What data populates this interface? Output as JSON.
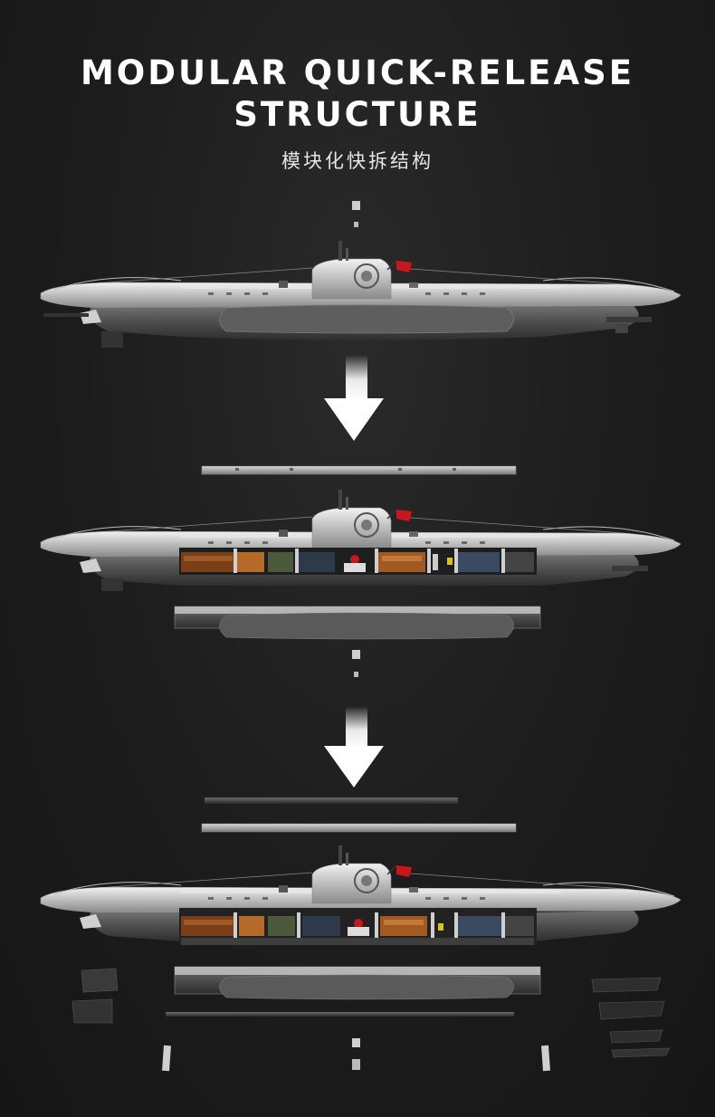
{
  "header": {
    "title_line1": "MODULAR QUICK-RELEASE",
    "title_line2": "STRUCTURE",
    "subtitle": "模块化快拆结构"
  },
  "colors": {
    "background": "#1c1c1c",
    "hull_light": "#c9c9c9",
    "hull_dark": "#555555",
    "flag_red": "#c8171c",
    "arrow": "#ffffff",
    "interior_wood": "#8a4a1c"
  },
  "stages": [
    {
      "id": "assembled",
      "label": ""
    },
    {
      "id": "roof-removed",
      "label": ""
    },
    {
      "id": "fully-disassembled",
      "label": ""
    }
  ]
}
